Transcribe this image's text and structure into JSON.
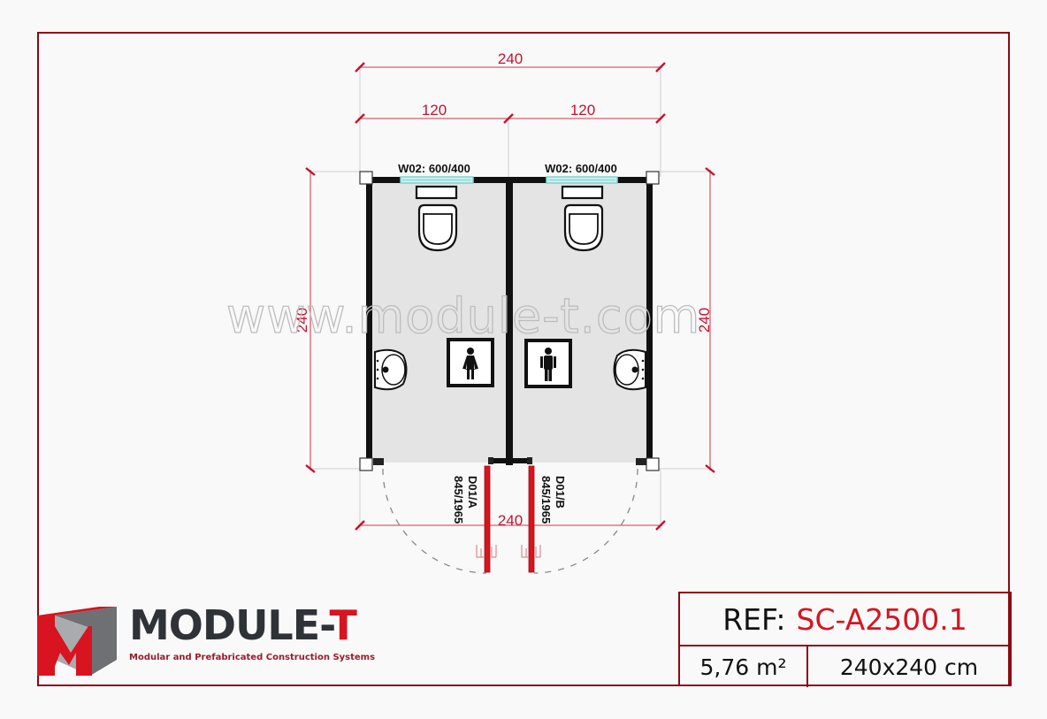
{
  "drawing": {
    "watermark": "www.module-t.com",
    "dimensions": {
      "top_overall": "240",
      "top_left_module": "120",
      "top_right_module": "120",
      "left_side": "240",
      "right_side": "240",
      "bottom_overall": "240"
    },
    "windows": [
      {
        "label": "W02: 600/400"
      },
      {
        "label": "W02: 600/400"
      }
    ],
    "doors": [
      {
        "id": "D01/A",
        "size": "845/1965"
      },
      {
        "id": "D01/B",
        "size": "845/1965"
      }
    ],
    "rooms": [
      {
        "sign": "female-toilet-icon"
      },
      {
        "sign": "male-toilet-icon"
      }
    ],
    "colors": {
      "dimension": "#c8102e",
      "frame": "#8b0a14",
      "wall": "#111111",
      "floor": "#e4e4e4",
      "window": "#7fd3d0",
      "door": "#d7141f"
    }
  },
  "logo": {
    "name_main": "MODULE-",
    "name_accent": "T",
    "tagline": "Modular and Prefabricated Construction Systems"
  },
  "title_block": {
    "ref_label": "REF:",
    "ref_code": "SC-A2500.1",
    "area": "5,76 m²",
    "size": "240x240 cm"
  }
}
